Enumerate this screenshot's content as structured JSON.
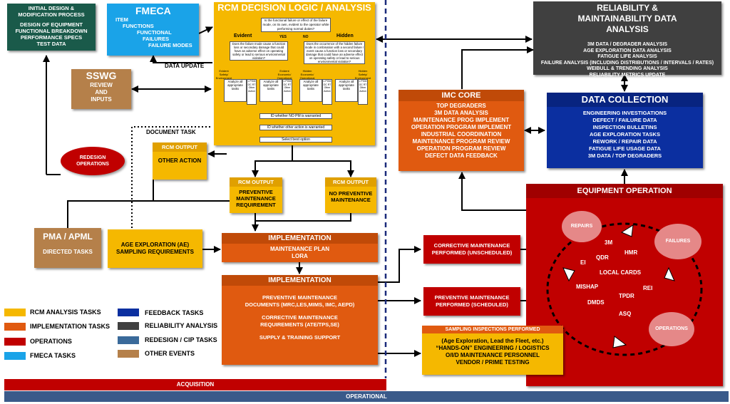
{
  "initial_design": {
    "title": "INITIAL DESIGN & MODIFICATION PROCESS",
    "lines": [
      "DESIGN OF EQUIPMENT",
      "FUNCTIONAL BREAKDOWN",
      "PERFORMANCE SPECS",
      "TEST DATA"
    ]
  },
  "fmeca": {
    "title": "FMECA",
    "lines": [
      "ITEM",
      "FUNCTIONS",
      "FUNCTIONAL",
      "FAILURES",
      "FAILURE MODES"
    ]
  },
  "data_update": "DATA UPDATE",
  "sswg": {
    "title": "SSWG",
    "lines": [
      "REVIEW",
      "AND",
      "INPUTS"
    ]
  },
  "rcm": {
    "title": "RCM DECISION LOGIC / ANALYSIS",
    "question": "Is the functional failure or effect of the failure mode, on its own, evident to the operator while performing normal duties?",
    "evident": "Evident",
    "hidden": "Hidden",
    "yes": "YES",
    "no": "NO",
    "evident_q": "Does the failure mode cause a function loss or secondary damage that could have an adverse effect on operating safety or lead to serious environmental violation?",
    "hidden_q": "Does the occurrence of the hidden failure mode in combination with a second failure / event cause a function loss or secondary damage that could have an adverse effect on operating safety or lead to serious environmental violation?",
    "branches": [
      "Evident Safety/ Environment",
      "Evident Economic/ Operational",
      "Hidden Economic/ Operational",
      "Hidden Safety/ Environment"
    ],
    "analyze": "Analyze all appropriate tasks",
    "task_codes": "L PGM OC RT Other Action",
    "nopm": "ID whether NO PM is warranted",
    "other": "ID whether other action is warranted",
    "select": "Select best option"
  },
  "document_task": "DOCUMENT TASK",
  "redesign": "REDESIGN OPERATIONS",
  "rcm_output_other": {
    "title": "RCM OUTPUT",
    "body": "OTHER ACTION"
  },
  "rcm_output_pm": {
    "title": "RCM OUTPUT",
    "body": "PREVENTIVE MAINTENANCE REQUIREMENT"
  },
  "rcm_output_nopm": {
    "title": "RCM OUTPUT",
    "body": "NO PREVENTIVE MAINTENANCE"
  },
  "pma": {
    "title": "PMA / APML",
    "body": "DIRECTED TASKS"
  },
  "age_exploration": "AGE EXPLORATION (AE) SAMPLING REQUIREMENTS",
  "impl1": {
    "title": "IMPLEMENTATION",
    "lines": [
      "MAINTENANCE PLAN",
      "LORA"
    ]
  },
  "impl2": {
    "title": "IMPLEMENTATION",
    "lines": [
      "PREVENTIVE MAINTENANCE",
      "DOCUMENTS (MRC,LES,MIMS, IMC, AEPD)",
      "",
      "CORRECTIVE MAINTENANCE",
      "REQUIREMENTS (ATE/TPS,SE)",
      "",
      "SUPPLY  & TRAINING SUPPORT"
    ]
  },
  "rm": {
    "title": "RELIABILITY & MAINTAINABILITY DATA ANALYSIS",
    "lines": [
      "3M DATA / DEGRADER ANALYSIS",
      "AGE EXPLORATION DATA ANALYSIS",
      "FATIGUE LIFE ANALYSIS",
      "FAILURE ANALYSIS (INCLUDING DISTRIBUTIONS / INTERVALS / RATES)",
      "WEIBULL & TRENDING ANALYSIS",
      "RELIABILITY METRICS UPDATE"
    ]
  },
  "imc": {
    "title": "IMC CORE",
    "lines": [
      "TOP DEGRADERS",
      "3M DATA ANALYSIS",
      "MAINTENANCE PROG IMPLEMENT",
      "OPERATION PROGRAM IMPLEMENT",
      "INDUSTRIAL COORDINATION",
      "MAINTENANCE PROGRAM REVIEW",
      "OPERATION PROGRAM REVIEW",
      "DEFECT DATA FEEDBACK"
    ]
  },
  "data_collection": {
    "title": "DATA COLLECTION",
    "lines": [
      "ENGINEERING INVESTIGATIONS",
      "DEFECT / FAILURE DATA",
      "INSPECTION BULLETINS",
      "AGE EXPLORATION TASKS",
      "REWORK / REPAIR DATA",
      "FATIGUE LIFE USAGE DATA",
      "3M DATA / TOP DEGRADERS"
    ]
  },
  "equipment": {
    "title": "EQUIPMENT OPERATION",
    "repairs": "REPAIRS",
    "failures": "FAILURES",
    "operations": "OPERATIONS",
    "center_items": [
      "3M",
      "HMR",
      "QDR",
      "EI",
      "LOCAL CARDS",
      "MISHAP",
      "REI",
      "TPDR",
      "DMDS",
      "ASQ"
    ]
  },
  "corrective": "CORRECTIVE MAINTENANCE PERFORMED (UNSCHEDULED)",
  "preventive": "PREVENTIVE MAINTENANCE PERFORMED (SCHEDULED)",
  "sampling": {
    "title": "SAMPLING INSPECTIONS PERFORMED",
    "lines": [
      "(Age Exploration, Lead the Fleet, etc.)",
      "“HANDS-ON” ENGINEERING / LOGISTICS",
      "O/I/D  MAINTENANCE PERSONNEL",
      "VENDOR / PRIME TESTING"
    ]
  },
  "legend": [
    {
      "label": "RCM ANALYSIS TASKS",
      "color": "#f5b800"
    },
    {
      "label": "IMPLEMENTATION TASKS",
      "color": "#e05a10"
    },
    {
      "label": "OPERATIONS",
      "color": "#c00000"
    },
    {
      "label": "FMECA TASKS",
      "color": "#1aa3e8"
    },
    {
      "label": "FEEDBACK TASKS",
      "color": "#0b2fa0"
    },
    {
      "label": "RELIABILITY ANALYSIS",
      "color": "#404040"
    },
    {
      "label": "REDESIGN / CIP TASKS",
      "color": "#3a6a9a"
    },
    {
      "label": "OTHER EVENTS",
      "color": "#b5804a"
    }
  ],
  "phases": {
    "acquisition": "ACQUISITION",
    "operational": "OPERATIONAL"
  },
  "colors": {
    "rcm": "#f5b800",
    "impl": "#e05a10",
    "ops": "#c00000",
    "fmeca": "#1aa3e8",
    "feedback": "#0b2fa0",
    "reliability": "#404040",
    "redesign": "#1a5a4a",
    "other": "#b5804a"
  }
}
